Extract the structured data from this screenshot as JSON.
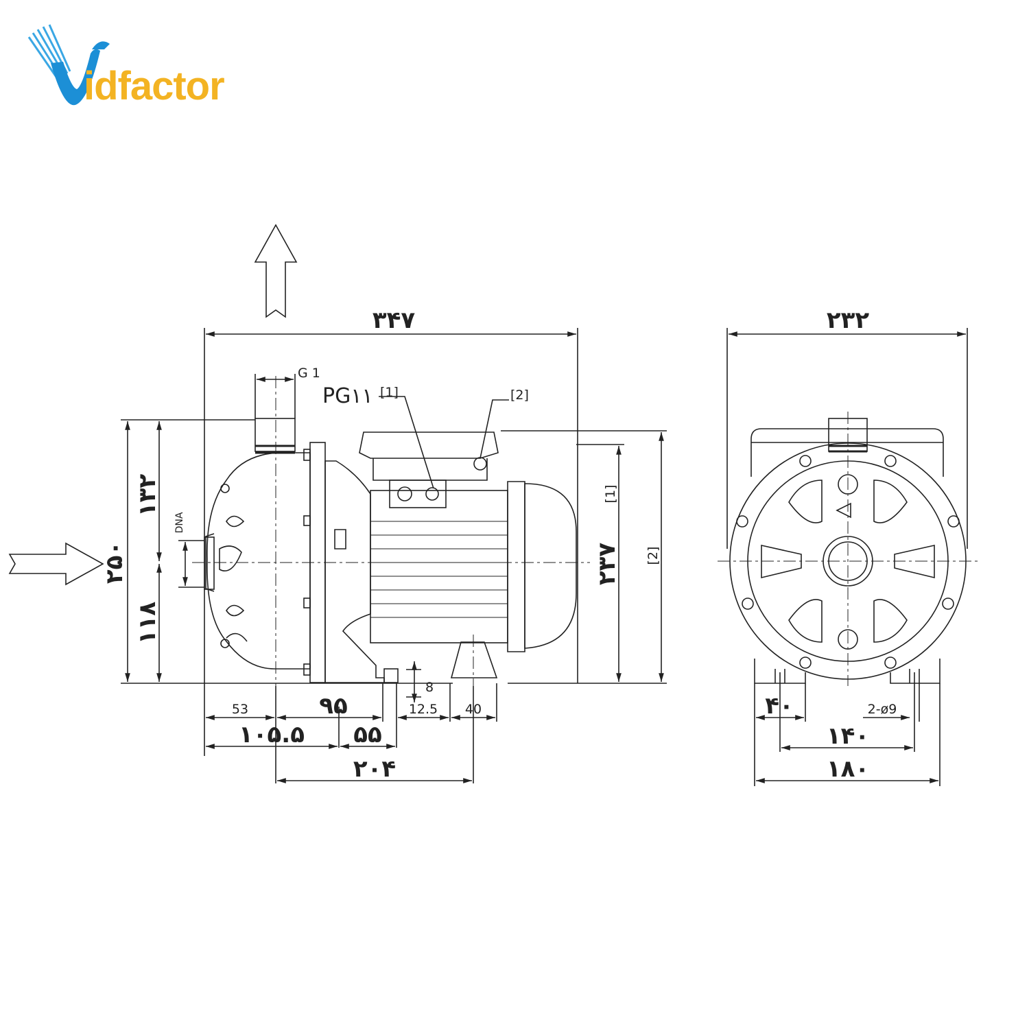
{
  "brand": {
    "logo_letter": "V",
    "logo_rest": "idfactor",
    "colors": {
      "blue": "#1c8fd6",
      "yellow": "#f3b323"
    }
  },
  "drawing": {
    "side_view": {
      "overall_length": "۳۴۷",
      "outlet_thread": "G 1",
      "cable_gland": "PG۱۱",
      "note_1": "[1]",
      "note_2": "[2]",
      "height_total": "۲۵۰",
      "height_upper": "۱۳۲",
      "height_lower": "۱۱۸",
      "inlet_label": "DNA",
      "height_motor_1": "۲۳۷",
      "height_motor_1_note": "[1]",
      "height_motor_2_note": "[2]",
      "foot_height": "8",
      "dim_53": "53",
      "dim_95": "۹۵",
      "dim_12_5": "12.5",
      "dim_40": "40",
      "dim_105_5": "۱۰۵.۵",
      "dim_55": "۵۵",
      "dim_204": "۲۰۴"
    },
    "end_view": {
      "overall_width": "۲۳۲",
      "foot_width": "۴۰",
      "holes": "2-ø9",
      "hole_spacing": "۱۴۰",
      "base_width": "۱۸۰"
    }
  }
}
